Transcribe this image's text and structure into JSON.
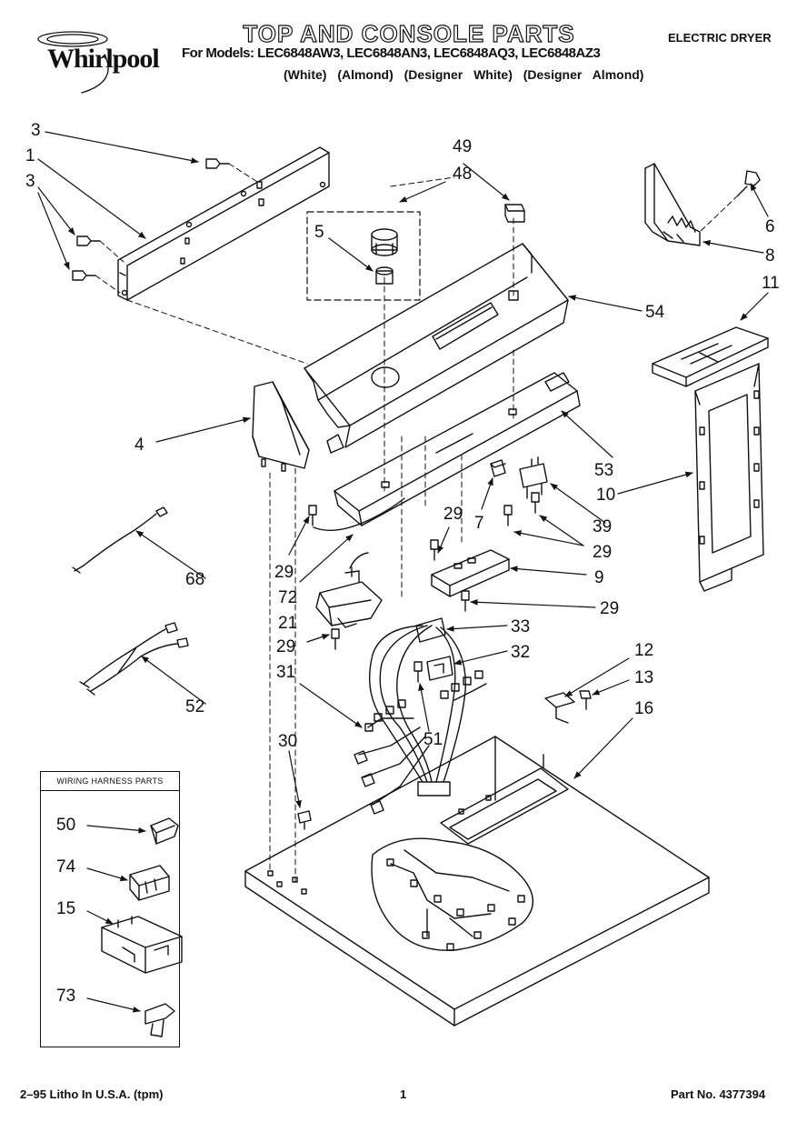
{
  "header": {
    "brand": "Whirlpool",
    "title": "TOP AND CONSOLE PARTS",
    "models": "For Models: LEC6848AW3, LEC6848AN3, LEC6848AQ3, LEC6848AZ3",
    "colors": "(White)  (Almond)  (Designer White)  (Designer Almond)",
    "section": "ELECTRIC DRYER"
  },
  "callouts": [
    {
      "id": "c3a",
      "label": "3"
    },
    {
      "id": "c1",
      "label": "1"
    },
    {
      "id": "c3b",
      "label": "3"
    },
    {
      "id": "c49",
      "label": "49"
    },
    {
      "id": "c48",
      "label": "48"
    },
    {
      "id": "c5",
      "label": "5"
    },
    {
      "id": "c6",
      "label": "6"
    },
    {
      "id": "c8",
      "label": "8"
    },
    {
      "id": "c11",
      "label": "11"
    },
    {
      "id": "c54",
      "label": "54"
    },
    {
      "id": "c4",
      "label": "4"
    },
    {
      "id": "c53",
      "label": "53"
    },
    {
      "id": "c10",
      "label": "10"
    },
    {
      "id": "c7",
      "label": "7"
    },
    {
      "id": "c39",
      "label": "39"
    },
    {
      "id": "c29a",
      "label": "29"
    },
    {
      "id": "c29b",
      "label": "29"
    },
    {
      "id": "c29c",
      "label": "29"
    },
    {
      "id": "c9",
      "label": "9"
    },
    {
      "id": "c29d",
      "label": "29"
    },
    {
      "id": "c68",
      "label": "68"
    },
    {
      "id": "c72",
      "label": "72"
    },
    {
      "id": "c21",
      "label": "21"
    },
    {
      "id": "c33",
      "label": "33"
    },
    {
      "id": "c29e",
      "label": "29"
    },
    {
      "id": "c32",
      "label": "32"
    },
    {
      "id": "c12",
      "label": "12"
    },
    {
      "id": "c13",
      "label": "13"
    },
    {
      "id": "c31",
      "label": "31"
    },
    {
      "id": "c16",
      "label": "16"
    },
    {
      "id": "c52",
      "label": "52"
    },
    {
      "id": "c51",
      "label": "51"
    },
    {
      "id": "c30",
      "label": "30"
    }
  ],
  "legend": {
    "title": "WIRING HARNESS PARTS",
    "items": [
      {
        "label": "50"
      },
      {
        "label": "74"
      },
      {
        "label": "15"
      },
      {
        "label": "73"
      }
    ]
  },
  "footer": {
    "litho": "2–95 Litho In U.S.A. (tpm)",
    "page": "1",
    "part_no": "Part No. 4377394"
  }
}
